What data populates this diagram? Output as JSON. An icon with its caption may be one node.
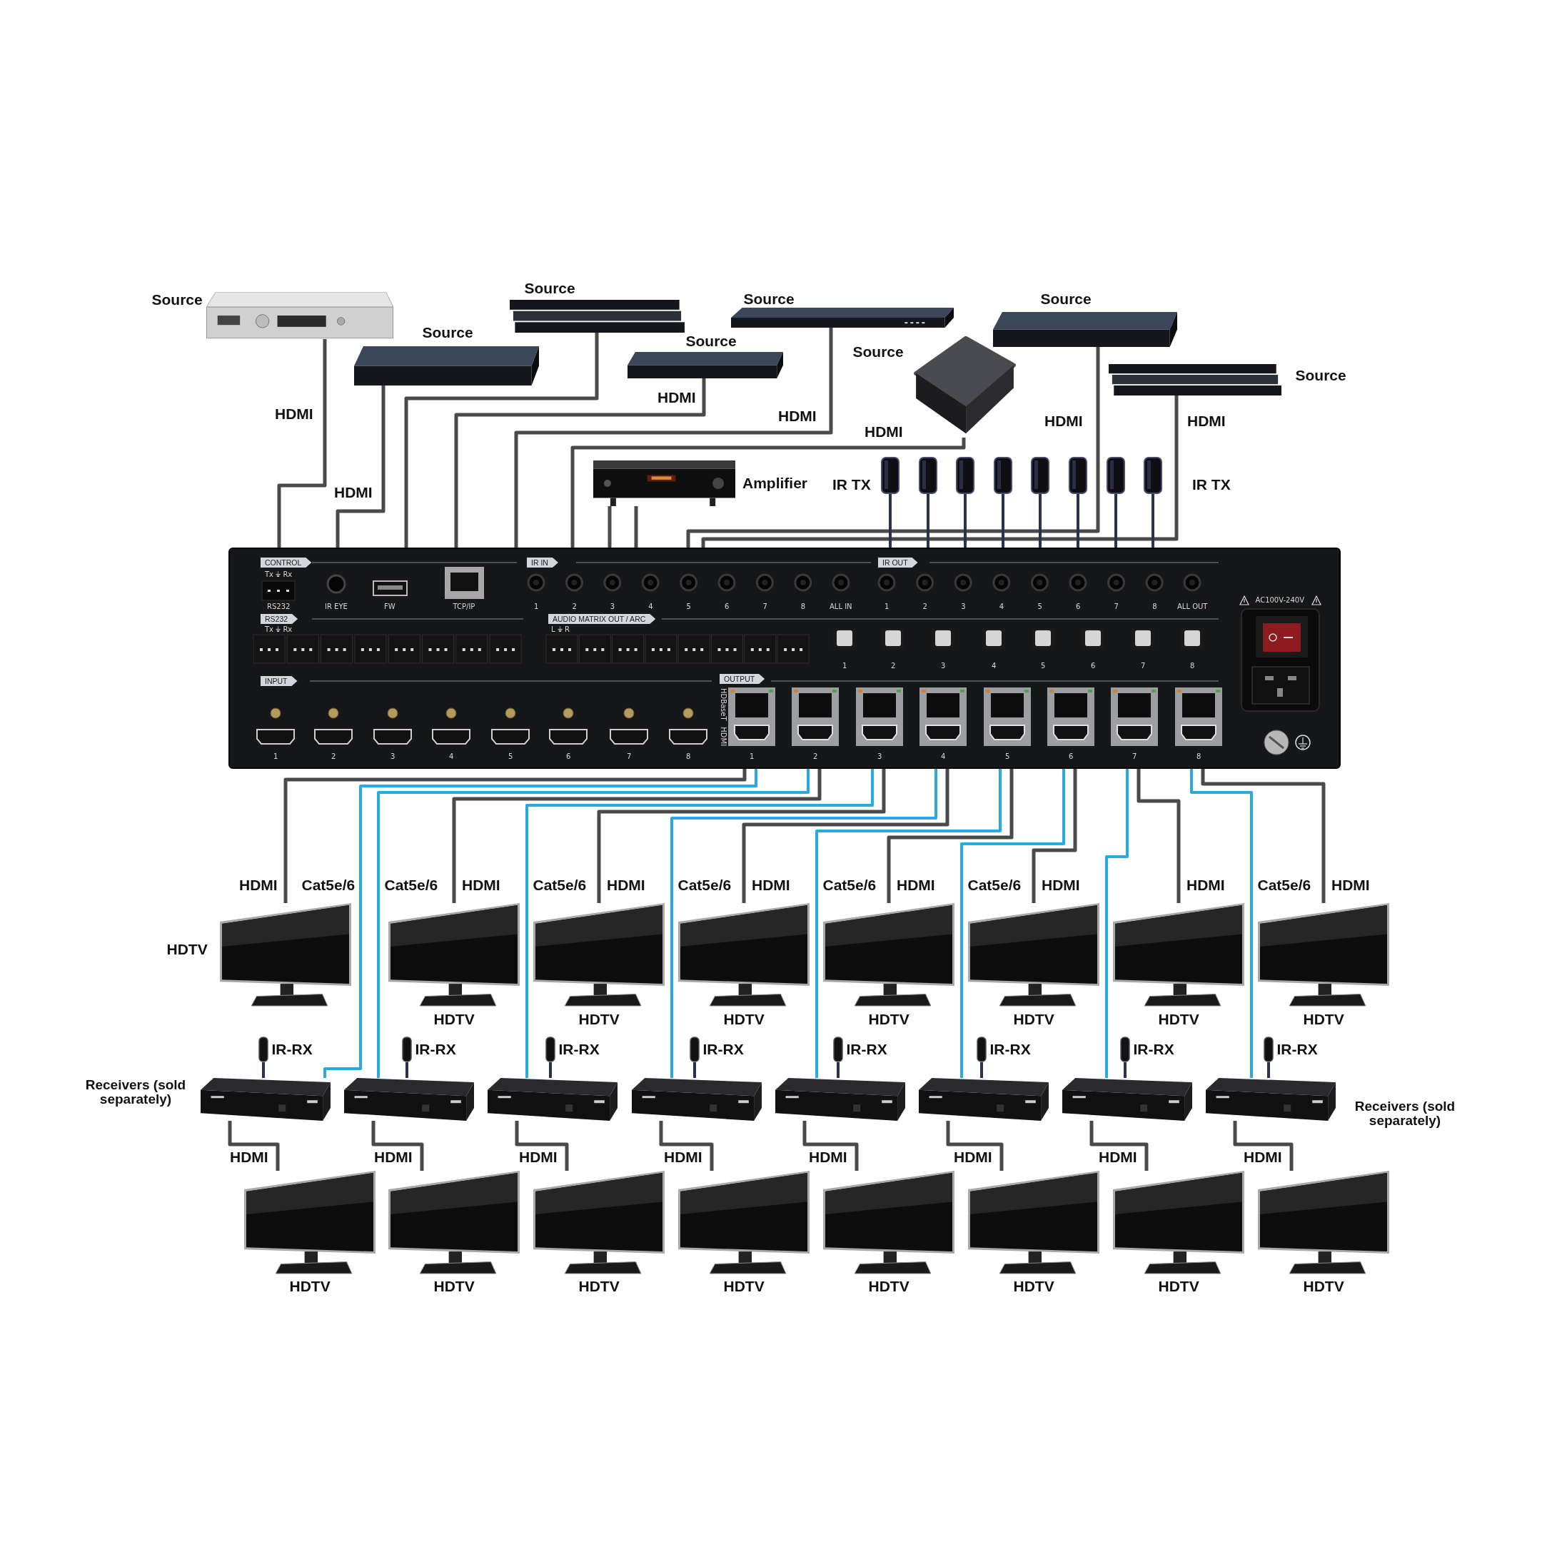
{
  "diagram": {
    "nodes": [
      {
        "text": [
          "Source"
        ]
      },
      {
        "text": [
          "Source"
        ]
      },
      {
        "text": [
          "Source"
        ]
      },
      {
        "text": [
          "Source"
        ]
      },
      {
        "text": [
          "Source"
        ]
      },
      {
        "text": [
          "Source"
        ]
      },
      {
        "text": [
          "Source"
        ]
      },
      {
        "text": [
          "Source"
        ]
      },
      {
        "text": [
          "Amplifier"
        ]
      },
      {
        "text": [],
        "shape": "picture"
      },
      {
        "text": [],
        "shape": "picture"
      },
      {
        "text": [],
        "shape": "picture"
      },
      {
        "text": [],
        "shape": "picture"
      },
      {
        "text": [],
        "shape": "picture"
      },
      {
        "text": [],
        "shape": "picture"
      },
      {
        "text": [],
        "shape": "picture"
      },
      {
        "text": [],
        "shape": "picture"
      },
      {
        "text": [],
        "shape": "picture"
      },
      {
        "text": [
          "HDTV"
        ]
      },
      {
        "text": [
          "HDTV"
        ]
      },
      {
        "text": [
          "HDTV"
        ]
      },
      {
        "text": [
          "HDTV"
        ]
      },
      {
        "text": [
          "HDTV"
        ]
      },
      {
        "text": [
          "HDTV"
        ]
      },
      {
        "text": [
          "HDTV"
        ]
      },
      {
        "text": [
          "HDTV"
        ]
      },
      {
        "text": [
          "IR-RX"
        ]
      },
      {
        "text": [
          "IR-RX"
        ]
      },
      {
        "text": [
          "IR-RX"
        ]
      },
      {
        "text": [
          "IR-RX"
        ]
      },
      {
        "text": [
          "IR-RX"
        ]
      },
      {
        "text": [
          "IR-RX"
        ]
      },
      {
        "text": [
          "IR-RX"
        ]
      },
      {
        "text": [
          "IR-RX"
        ]
      },
      {
        "text": [],
        "shape": "picture"
      },
      {
        "text": [],
        "shape": "picture"
      },
      {
        "text": [],
        "shape": "picture"
      },
      {
        "text": [],
        "shape": "picture"
      },
      {
        "text": [],
        "shape": "picture"
      },
      {
        "text": [],
        "shape": "picture"
      },
      {
        "text": [],
        "shape": "picture"
      },
      {
        "text": [],
        "shape": "picture"
      },
      {
        "text": [
          "HDTV"
        ]
      },
      {
        "text": [
          "HDTV"
        ]
      },
      {
        "text": [
          "HDTV"
        ]
      },
      {
        "text": [
          "HDTV"
        ]
      },
      {
        "text": [
          "HDTV"
        ]
      },
      {
        "text": [
          "HDTV"
        ]
      },
      {
        "text": [
          "HDTV"
        ]
      },
      {
        "text": [
          "HDTV"
        ]
      }
    ],
    "edges": [
      {
        "from": 0,
        "to": 17,
        "arrow": "none",
        "label": "HDMI"
      },
      {
        "from": 1,
        "to": 17,
        "arrow": "none",
        "label": "HDMI"
      },
      {
        "from": 2,
        "to": 17,
        "arrow": "none"
      },
      {
        "from": 3,
        "to": 17,
        "arrow": "none",
        "label": "HDMI"
      },
      {
        "from": 4,
        "to": 17,
        "arrow": "none",
        "label": "HDMI"
      },
      {
        "from": 5,
        "to": 17,
        "arrow": "none",
        "label": "HDMI"
      },
      {
        "from": 6,
        "to": 17,
        "arrow": "none",
        "label": "HDMI"
      },
      {
        "from": 7,
        "to": 17,
        "arrow": "none",
        "label": "HDMI"
      },
      {
        "from": 8,
        "to": 17,
        "arrow": "none"
      },
      {
        "from": 8,
        "to": 17,
        "arrow": "none"
      },
      {
        "from": 9,
        "to": 17,
        "arrow": "none",
        "color": "#2b3150"
      },
      {
        "from": 10,
        "to": 17,
        "arrow": "none",
        "color": "#2b3150"
      },
      {
        "from": 11,
        "to": 17,
        "arrow": "none",
        "color": "#2b3150"
      },
      {
        "from": 12,
        "to": 17,
        "arrow": "none",
        "color": "#2b3150"
      },
      {
        "from": 13,
        "to": 17,
        "arrow": "none",
        "color": "#2b3150"
      },
      {
        "from": 14,
        "to": 17,
        "arrow": "none",
        "color": "#2b3150"
      },
      {
        "from": 15,
        "to": 17,
        "arrow": "none",
        "color": "#2b3150"
      },
      {
        "from": 16,
        "to": 17,
        "arrow": "none",
        "color": "#2b3150"
      },
      {
        "from": 17,
        "to": 18,
        "arrow": "none",
        "label": "HDMI"
      },
      {
        "from": 17,
        "to": 19,
        "arrow": "none",
        "label": "HDMI"
      },
      {
        "from": 17,
        "to": 20,
        "arrow": "none",
        "label": "HDMI"
      },
      {
        "from": 17,
        "to": 21,
        "arrow": "none",
        "label": "HDMI"
      },
      {
        "from": 17,
        "to": 22,
        "arrow": "none",
        "label": "HDMI"
      },
      {
        "from": 17,
        "to": 23,
        "arrow": "none",
        "label": "HDMI"
      },
      {
        "from": 17,
        "to": 24,
        "arrow": "none",
        "label": "HDMI"
      },
      {
        "from": 17,
        "to": 25,
        "arrow": "none",
        "label": "HDMI"
      },
      {
        "from": 17,
        "to": 34,
        "arrow": "none",
        "label": "Cat5e/6",
        "color": "#29a9e1"
      },
      {
        "from": 17,
        "to": 35,
        "arrow": "none",
        "label": "Cat5e/6",
        "color": "#29a9e1"
      },
      {
        "from": 17,
        "to": 36,
        "arrow": "none",
        "label": "Cat5e/6",
        "color": "#29a9e1"
      },
      {
        "from": 17,
        "to": 37,
        "arrow": "none",
        "label": "Cat5e/6",
        "color": "#29a9e1"
      },
      {
        "from": 17,
        "to": 38,
        "arrow": "none",
        "label": "Cat5e/6",
        "color": "#29a9e1"
      },
      {
        "from": 17,
        "to": 39,
        "arrow": "none",
        "label": "Cat5e/6",
        "color": "#29a9e1"
      },
      {
        "from": 17,
        "to": 40,
        "arrow": "none",
        "color": "#29a9e1"
      },
      {
        "from": 17,
        "to": 41,
        "arrow": "none",
        "label": "Cat5e/6",
        "color": "#29a9e1"
      },
      {
        "from": 34,
        "to": 42,
        "arrow": "none",
        "label": "HDMI"
      },
      {
        "from": 35,
        "to": 43,
        "arrow": "none",
        "label": "HDMI"
      },
      {
        "from": 36,
        "to": 44,
        "arrow": "none",
        "label": "HDMI"
      },
      {
        "from": 37,
        "to": 45,
        "arrow": "none",
        "label": "HDMI"
      },
      {
        "from": 38,
        "to": 46,
        "arrow": "none",
        "label": "HDMI"
      },
      {
        "from": 39,
        "to": 47,
        "arrow": "none",
        "label": "HDMI"
      },
      {
        "from": 40,
        "to": 48,
        "arrow": "none",
        "label": "HDMI"
      },
      {
        "from": 41,
        "to": 49,
        "arrow": "none",
        "label": "HDMI"
      },
      {
        "from": 26,
        "to": 34,
        "arrow": "none",
        "color": "#2b3150"
      },
      {
        "from": 27,
        "to": 35,
        "arrow": "none",
        "color": "#2b3150"
      },
      {
        "from": 28,
        "to": 36,
        "arrow": "none",
        "color": "#2b3150"
      },
      {
        "from": 29,
        "to": 37,
        "arrow": "none",
        "color": "#2b3150"
      },
      {
        "from": 30,
        "to": 38,
        "arrow": "none",
        "color": "#2b3150"
      },
      {
        "from": 31,
        "to": 39,
        "arrow": "none",
        "color": "#2b3150"
      },
      {
        "from": 32,
        "to": 40,
        "arrow": "none",
        "color": "#2b3150"
      },
      {
        "from": 33,
        "to": 41,
        "arrow": "none",
        "color": "#2b3150"
      }
    ],
    "labels": [
      "IR TX",
      "IR TX",
      "CONTROL",
      "IR IN",
      "IR OUT",
      "Tx ⏚ Rx",
      "RS232",
      "IR EYE",
      "FW",
      "TCP/IP",
      "1",
      "2",
      "3",
      "4",
      "5",
      "6",
      "7",
      "8",
      "ALL IN",
      "1",
      "2",
      "3",
      "4",
      "5",
      "6",
      "7",
      "8",
      "ALL OUT",
      "AC100V-240V",
      "RS232",
      "Tx ⏚ Rx",
      "AUDIO MATRIX OUT / ARC",
      "L ⏚ R",
      "1",
      "2",
      "3",
      "4",
      "5",
      "6",
      "7",
      "8",
      "INPUT",
      "OUTPUT",
      "HDBaseT",
      "HDMI",
      "1",
      "2",
      "3",
      "4",
      "5",
      "6",
      "7",
      "8",
      "1",
      "2",
      "3",
      "4",
      "5",
      "6",
      "7",
      "8",
      "Receivers (sold separately)",
      "Receivers (sold separately)"
    ]
  }
}
